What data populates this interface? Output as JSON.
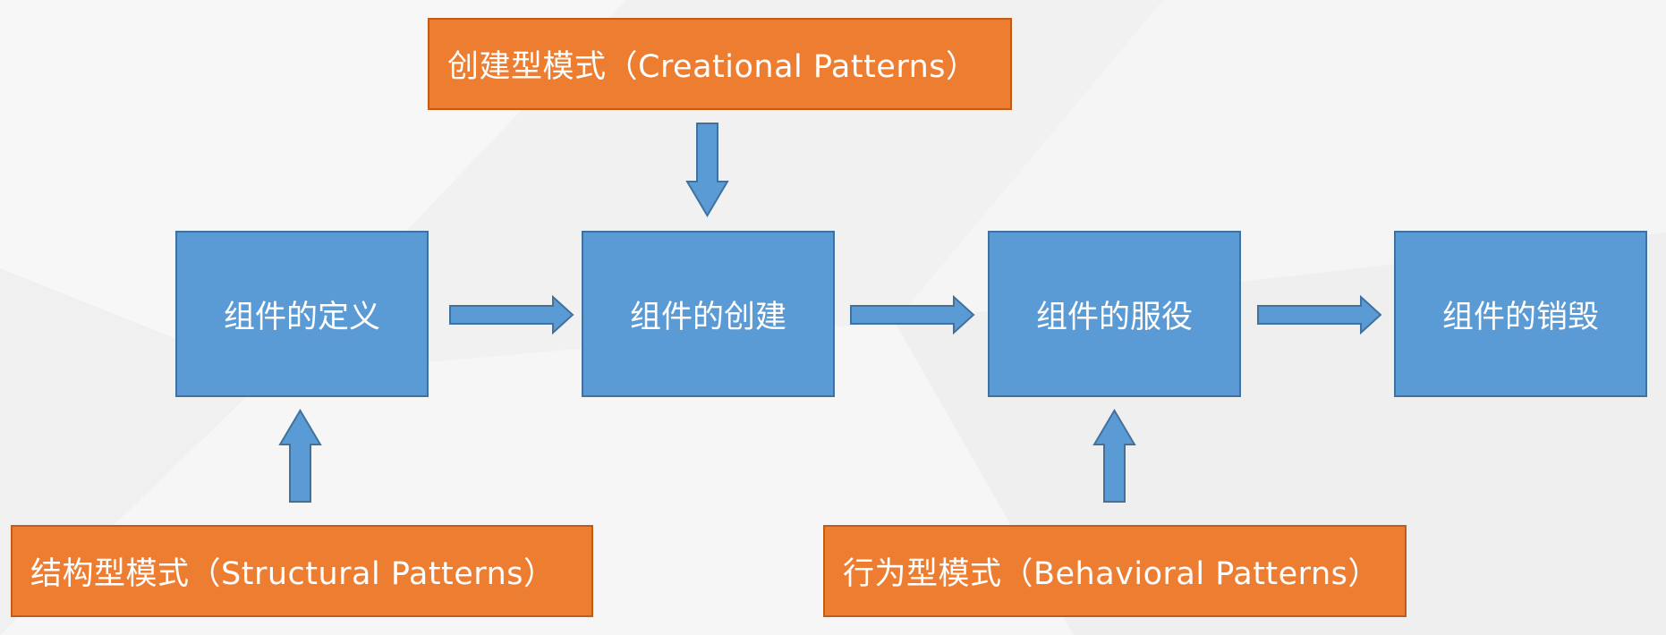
{
  "stages": [
    {
      "label": "组件的定义"
    },
    {
      "label": "组件的创建"
    },
    {
      "label": "组件的服役"
    },
    {
      "label": "组件的销毁"
    }
  ],
  "patterns": {
    "creational": {
      "label": "创建型模式（Creational Patterns）"
    },
    "structural": {
      "label": "结构型模式（Structural Patterns）"
    },
    "behavioral": {
      "label": "行为型模式（Behavioral Patterns）"
    }
  },
  "colors": {
    "stage_fill": "#5b9bd5",
    "stage_border": "#41719c",
    "pattern_fill": "#ed7d31",
    "pattern_border": "#c15c17",
    "arrow_fill": "#5b9bd5",
    "arrow_border": "#41719c"
  }
}
